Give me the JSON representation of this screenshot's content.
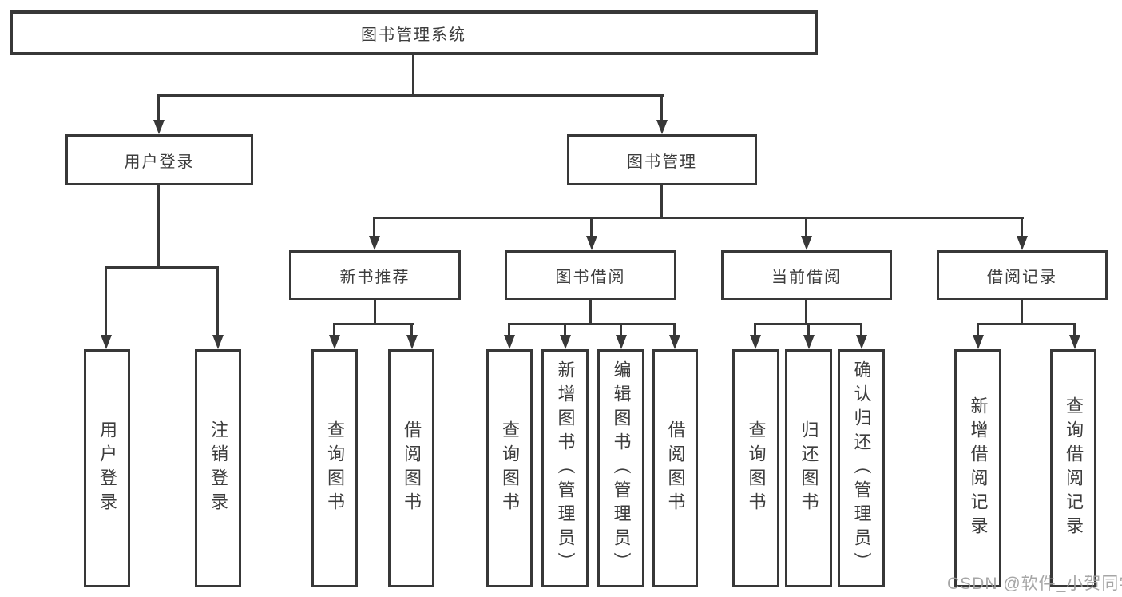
{
  "diagram": {
    "title": "图书管理系统",
    "root": {
      "label": "图书管理系统"
    },
    "level2": [
      {
        "id": "user-login",
        "label": "用户登录"
      },
      {
        "id": "book-management",
        "label": "图书管理"
      }
    ],
    "level3": [
      {
        "id": "new-book-recommend",
        "label": "新书推荐",
        "parent": "book-management"
      },
      {
        "id": "book-borrow",
        "label": "图书借阅",
        "parent": "book-management"
      },
      {
        "id": "current-borrow",
        "label": "当前借阅",
        "parent": "book-management"
      },
      {
        "id": "borrow-records",
        "label": "借阅记录",
        "parent": "book-management"
      }
    ],
    "leaves": [
      {
        "parent": "user-login",
        "label": "用户登录"
      },
      {
        "parent": "user-login",
        "label": "注销登录"
      },
      {
        "parent": "new-book-recommend",
        "label": "查询图书"
      },
      {
        "parent": "new-book-recommend",
        "label": "借阅图书"
      },
      {
        "parent": "book-borrow",
        "label": "查询图书"
      },
      {
        "parent": "book-borrow",
        "label": "新增图书（管理员）"
      },
      {
        "parent": "book-borrow",
        "label": "编辑图书（管理员）"
      },
      {
        "parent": "book-borrow",
        "label": "借阅图书"
      },
      {
        "parent": "current-borrow",
        "label": "查询图书"
      },
      {
        "parent": "current-borrow",
        "label": "归还图书"
      },
      {
        "parent": "current-borrow",
        "label": "确认归还（管理员）"
      },
      {
        "parent": "borrow-records",
        "label": "新增借阅记录"
      },
      {
        "parent": "borrow-records",
        "label": "查询借阅记录"
      }
    ],
    "watermark": "CSDN @软件_小贺同学",
    "colors": {
      "line": "#383838",
      "text": "#3d3d3d",
      "background": "#ffffff",
      "watermark": "#9e9e9e"
    }
  }
}
